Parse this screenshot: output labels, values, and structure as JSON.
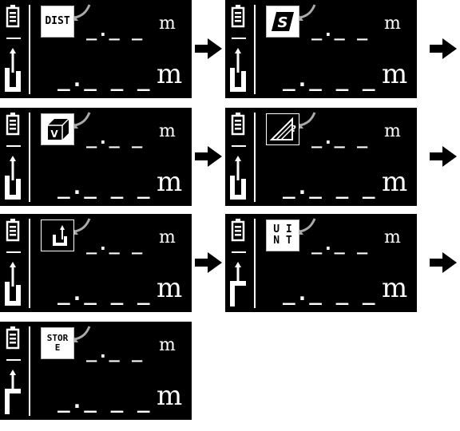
{
  "colors": {
    "screen_bg": "#000000",
    "foreground": "#ffffff",
    "mode_box_bg": "#ffffff"
  },
  "panels": [
    {
      "mode_icon": "distance-mode-icon",
      "mode_label": "DIST",
      "reference_icon": "rear-reference-icon",
      "readout_top": "_._ _",
      "unit_top": "m",
      "readout_bottom": "_._ _ _",
      "unit_bottom": "m"
    },
    {
      "mode_icon": "area-mode-icon",
      "mode_label": "S",
      "reference_icon": "rear-reference-icon",
      "readout_top": "_._ _",
      "unit_top": "m",
      "readout_bottom": "_._ _ _",
      "unit_bottom": "m"
    },
    {
      "mode_icon": "volume-mode-icon",
      "mode_label": "V",
      "reference_icon": "rear-reference-icon",
      "readout_top": "_._ _",
      "unit_top": "m",
      "readout_bottom": "_._ _ _",
      "unit_bottom": "m"
    },
    {
      "mode_icon": "pythagoras-mode-icon",
      "mode_label": "?",
      "reference_icon": "rear-reference-icon",
      "readout_top": "_._ _",
      "unit_top": "m",
      "readout_bottom": "_._ _ _",
      "unit_bottom": "m"
    },
    {
      "mode_icon": "reference-mode-icon",
      "mode_label": "",
      "reference_icon": "rear-reference-icon",
      "readout_top": "_._ _",
      "unit_top": "m",
      "readout_bottom": "_._ _ _",
      "unit_bottom": "m"
    },
    {
      "mode_icon": "unit-mode-icon",
      "mode_label": "U I\nN T",
      "reference_icon": "front-reference-icon",
      "readout_top": "_._ _",
      "unit_top": "m",
      "readout_bottom": "_._ _ _",
      "unit_bottom": "m"
    },
    {
      "mode_icon": "store-mode-icon",
      "mode_label": "STOR\nE",
      "reference_icon": "front-reference-icon",
      "readout_top": "_._ _",
      "unit_top": "m",
      "readout_bottom": "_._ _ _",
      "unit_bottom": "m"
    }
  ],
  "arrows": [
    "next-arrow-icon",
    "next-arrow-icon",
    "next-arrow-icon",
    "next-arrow-icon",
    "next-arrow-icon",
    "next-arrow-icon"
  ]
}
